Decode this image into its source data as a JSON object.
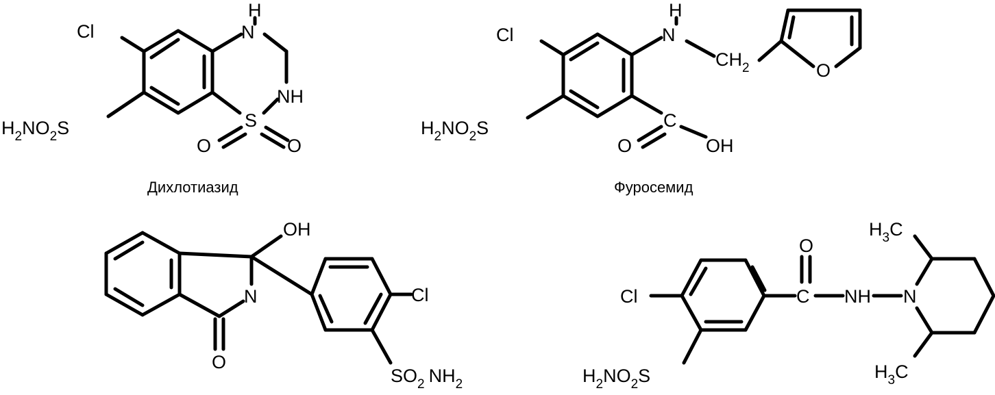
{
  "molecules": [
    {
      "caption": "Дихлотиазид",
      "atoms": {
        "cl": "Cl",
        "h_top": "H",
        "n1": "N",
        "nh": "NH",
        "s_ring": "S",
        "o1": "O",
        "o2": "O",
        "sulfonamide_h": "H",
        "sulfonamide_h_sub": "2",
        "sulfonamide_no": "NO",
        "sulfonamide_o_sub": "2",
        "sulfonamide_s": "S"
      }
    },
    {
      "caption": "Фуросемид",
      "atoms": {
        "cl": "Cl",
        "h_top": "H",
        "n": "N",
        "ch": "CH",
        "ch_sub": "2",
        "furan_o": "O",
        "c": "C",
        "o": "O",
        "oh": "OH",
        "sulfonamide_h": "H",
        "sulfonamide_h_sub": "2",
        "sulfonamide_no": "NO",
        "sulfonamide_o_sub": "2",
        "sulfonamide_s": "S"
      }
    },
    {
      "caption": "",
      "atoms": {
        "oh": "OH",
        "n": "N",
        "o": "O",
        "cl": "Cl",
        "so": "SO",
        "so_sub": "2",
        "nh": "NH",
        "nh_sub": "2"
      }
    },
    {
      "caption": "",
      "atoms": {
        "cl": "Cl",
        "o": "O",
        "c": "C",
        "nh": "NH",
        "n": "N",
        "h3c_top": "H",
        "h3c_top_sub": "3",
        "h3c_top_c": "C",
        "h3c_bot": "H",
        "h3c_bot_sub": "3",
        "h3c_bot_c": "C",
        "sulfonamide_h": "H",
        "sulfonamide_h_sub": "2",
        "sulfonamide_no": "NO",
        "sulfonamide_o_sub": "2",
        "sulfonamide_s": "S"
      }
    }
  ]
}
